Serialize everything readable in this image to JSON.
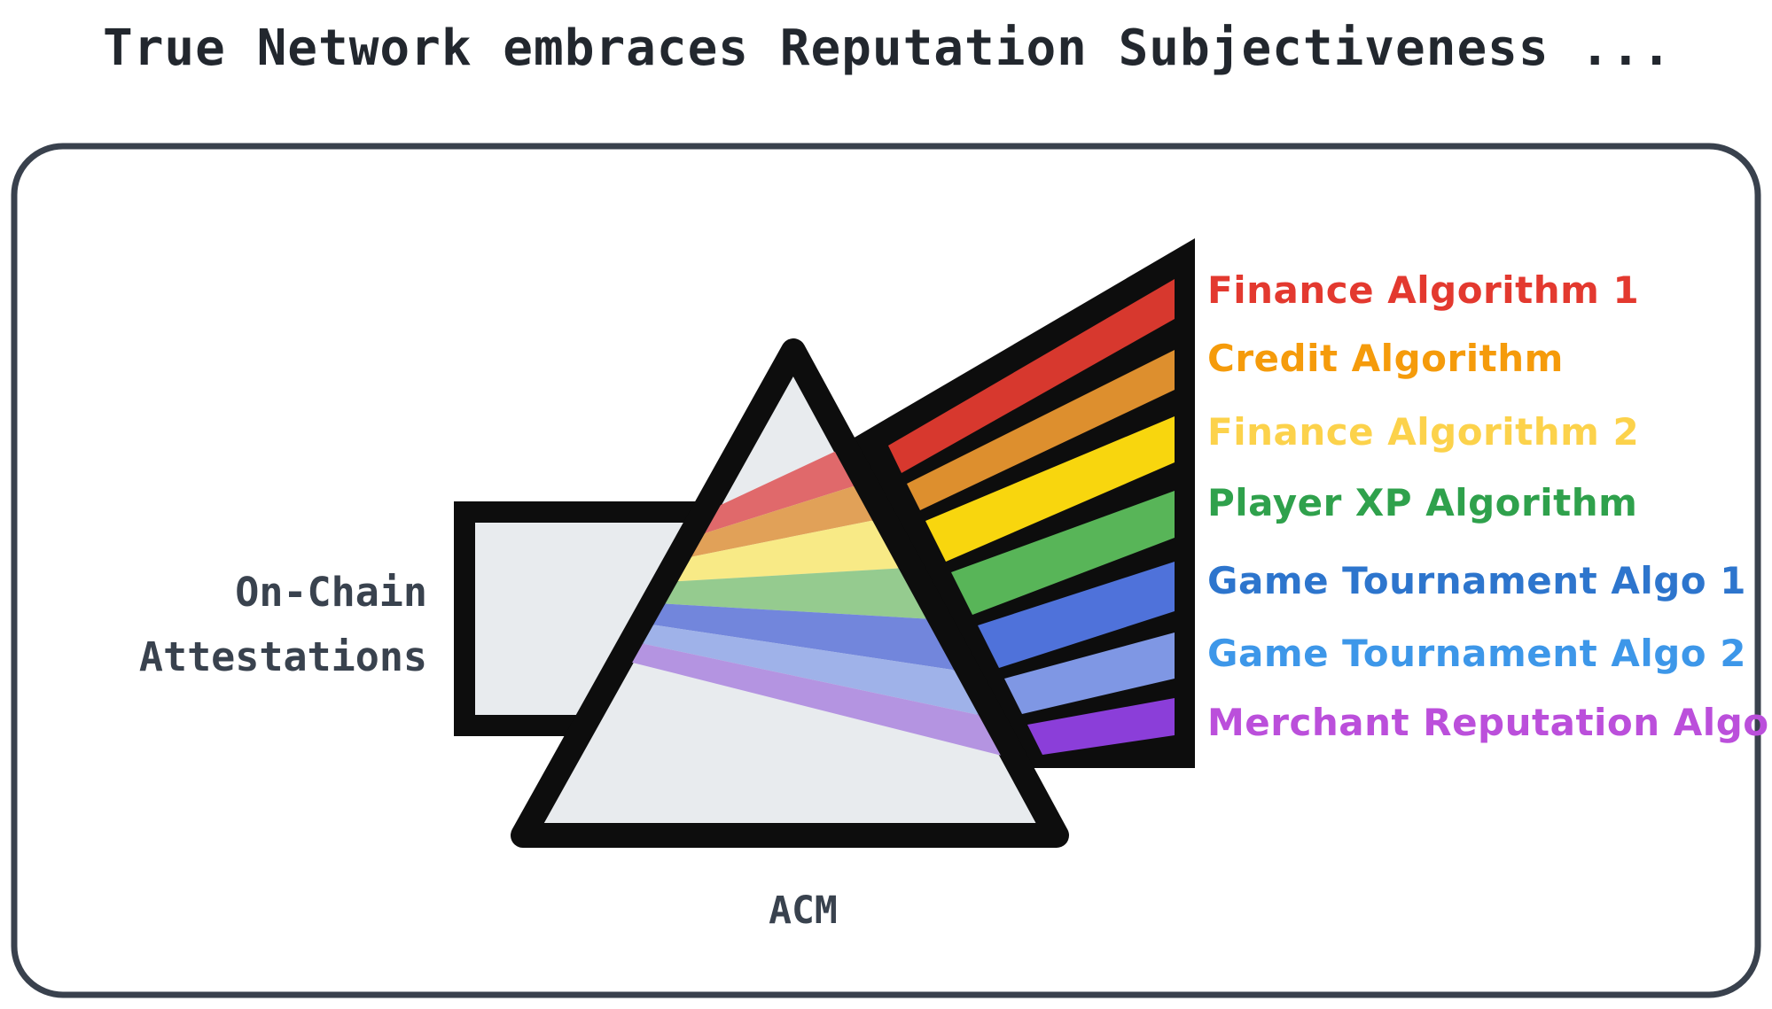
{
  "title": "True Network embraces Reputation Subjectiveness ...",
  "container": {
    "border_color": "#39414d",
    "background": "#ffffff"
  },
  "input_beam": {
    "label_line1": "On-Chain",
    "label_line2": "Attestations",
    "label_color": "#39424e",
    "fill": "#e8ebee",
    "stroke": "#0d0d0d"
  },
  "prism": {
    "label": "ACM",
    "label_color": "#39424e",
    "fill": "#e8ebee",
    "stroke": "#0d0d0d"
  },
  "fan": {
    "backdrop_color": "#0d0d0d"
  },
  "title_color": "#22272e",
  "spectrum": [
    {
      "label": "Finance Algorithm 1",
      "label_color": "#e3392f",
      "beam_color": "#d7382e",
      "prism_color": "#e0696b"
    },
    {
      "label": "Credit Algorithm",
      "label_color": "#f59b0b",
      "beam_color": "#dd8f2e",
      "prism_color": "#e1a158"
    },
    {
      "label": "Finance Algorithm 2",
      "label_color": "#fcd24b",
      "beam_color": "#f8d60e",
      "prism_color": "#f8ea86"
    },
    {
      "label": "Player XP Algorithm",
      "label_color": "#2fa14c",
      "beam_color": "#58b558",
      "prism_color": "#95cb8f"
    },
    {
      "label": "Game Tournament Algo 1",
      "label_color": "#2d75cd",
      "beam_color": "#4f72da",
      "prism_color": "#7286dc"
    },
    {
      "label": "Game Tournament Algo 2",
      "label_color": "#3d97e9",
      "beam_color": "#7f97e4",
      "prism_color": "#9fb2e9"
    },
    {
      "label": "Merchant Reputation Algo",
      "label_color": "#bb4fdb",
      "beam_color": "#8b3ed9",
      "prism_color": "#b494e1"
    }
  ]
}
